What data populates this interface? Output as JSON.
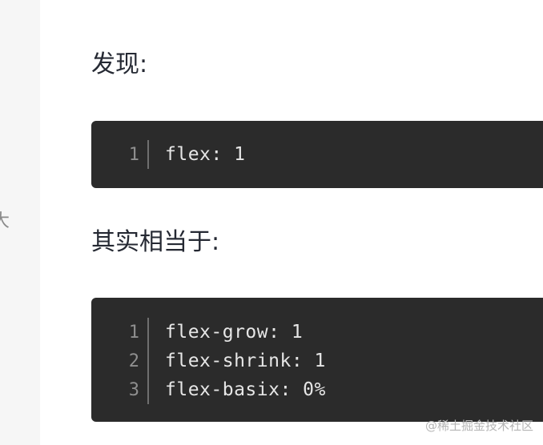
{
  "sidebar": {
    "fragment_text": "大"
  },
  "article": {
    "heading_1": "发现:",
    "code_block_1": {
      "lines": [
        {
          "no": "1",
          "code": "flex: 1"
        }
      ]
    },
    "heading_2": "其实相当于:",
    "code_block_2": {
      "lines": [
        {
          "no": "1",
          "code": "flex-grow: 1"
        },
        {
          "no": "2",
          "code": "flex-shrink: 1"
        },
        {
          "no": "3",
          "code": "flex-basix: 0%"
        }
      ]
    }
  },
  "watermark": {
    "text": "@稀土掘金技术社区"
  },
  "colors": {
    "code_background": "#2b2b2b",
    "code_text": "#e6e6e6",
    "line_number": "#8f8f8f",
    "heading_text": "#252933"
  }
}
